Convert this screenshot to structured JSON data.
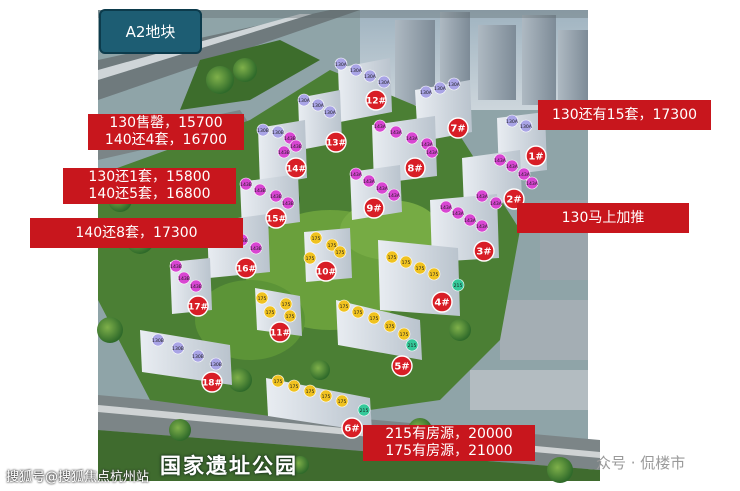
{
  "block_tag": "A2地块",
  "park_name": "国家遗址公园",
  "watermark_left": "搜狐号@搜狐焦点杭州站",
  "watermark_right": "众号 · 侃楼市",
  "colors": {
    "callout_red": "#c8161d",
    "badge_red": "#d81e26",
    "unit_130": "#a9a4e6",
    "unit_143": "#d846d2",
    "unit_175": "#f0c21f",
    "unit_215": "#34c99a",
    "block_tag": "#1d5d73"
  },
  "callouts": {
    "b13_b14": [
      "130售罄，15700",
      "140还4套，16700"
    ],
    "b14_b15": [
      "130还1套，15800",
      "140还5套，16800"
    ],
    "b16": [
      "140还8套，17300"
    ],
    "b1": [
      "130还有15套，17300"
    ],
    "b2": [
      "130马上加推"
    ],
    "b6": [
      "215有房源，20000",
      "175有房源，21000"
    ]
  },
  "buildings": [
    {
      "id": "1",
      "label": "1#",
      "units": [
        "130A",
        "130A",
        "143A",
        "143A",
        "143A",
        "143A"
      ]
    },
    {
      "id": "2",
      "label": "2#",
      "units": [
        "143A",
        "143A"
      ]
    },
    {
      "id": "3",
      "label": "3#",
      "units": [
        "143A",
        "143A",
        "143A",
        "143A"
      ]
    },
    {
      "id": "4",
      "label": "4#",
      "units": [
        "175",
        "175",
        "175",
        "175",
        "215"
      ]
    },
    {
      "id": "6",
      "label": "6#",
      "units": [
        "175",
        "175",
        "175",
        "175",
        "175",
        "215"
      ]
    },
    {
      "id": "7",
      "label": "7#",
      "units": [
        "130A",
        "130A",
        "130A"
      ]
    },
    {
      "id": "8",
      "label": "8#",
      "units": [
        "143A",
        "143A",
        "143A",
        "143A",
        "143A"
      ]
    },
    {
      "id": "9",
      "label": "9#",
      "units": [
        "143A",
        "143A",
        "143A",
        "143A"
      ]
    },
    {
      "id": "10",
      "label": "10#",
      "units": [
        "175",
        "175",
        "175",
        "175"
      ]
    },
    {
      "id": "11",
      "label": "11#",
      "units": [
        "175",
        "175",
        "175",
        "175"
      ]
    },
    {
      "id": "12",
      "label": "12#",
      "units": [
        "130A",
        "130A",
        "130A",
        "130A"
      ]
    },
    {
      "id": "13",
      "label": "13#",
      "units": [
        "130A",
        "130A",
        "130A",
        "130B"
      ]
    },
    {
      "id": "14",
      "label": "14#",
      "units": [
        "130B",
        "143B",
        "143B",
        "143B"
      ]
    },
    {
      "id": "15",
      "label": "15#",
      "units": [
        "143B",
        "143B",
        "143B",
        "143B"
      ]
    },
    {
      "id": "16",
      "label": "16#",
      "units": [
        "143B",
        "143B",
        "143B",
        "143B"
      ]
    },
    {
      "id": "17",
      "label": "17#",
      "units": [
        "143B",
        "143B",
        "143B"
      ]
    },
    {
      "id": "18",
      "label": "18#",
      "units": [
        "130B",
        "130B",
        "130B",
        "130B"
      ]
    },
    {
      "id": "5",
      "label": "5#",
      "units": [
        "175",
        "175",
        "175",
        "175",
        "175",
        "215"
      ]
    }
  ]
}
